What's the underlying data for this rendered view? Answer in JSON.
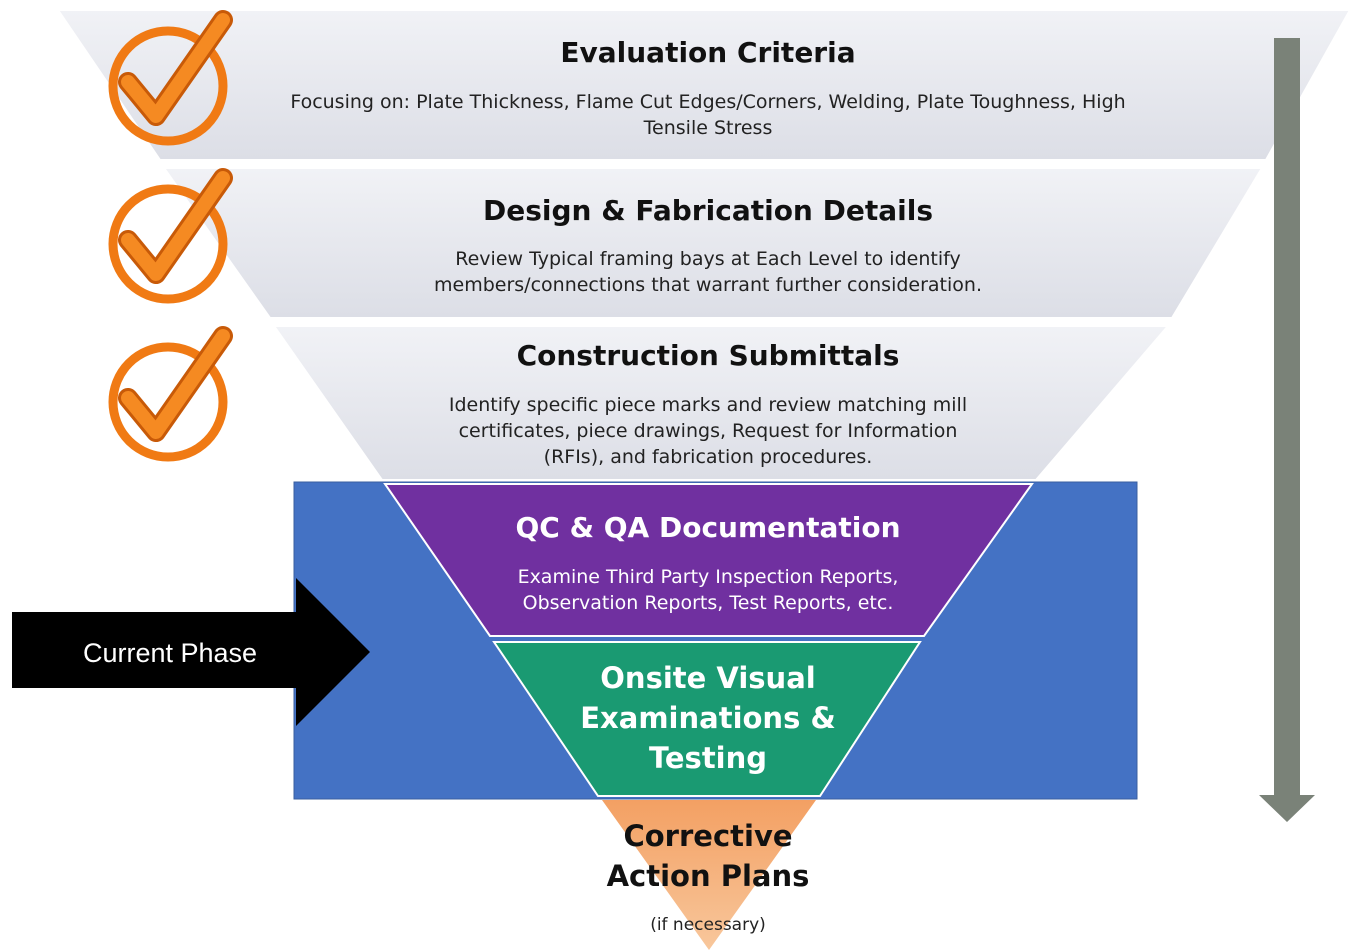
{
  "stages": [
    {
      "title": "Evaluation Criteria",
      "description_lines": [
        "Focusing on: Plate Thickness, Flame Cut Edges/Corners, Welding, Plate Toughness, High",
        "Tensile Stress"
      ],
      "completed": true
    },
    {
      "title": "Design & Fabrication Details",
      "description_lines": [
        "Review Typical framing bays at Each Level to identify",
        "members/connections that warrant further consideration."
      ],
      "completed": true
    },
    {
      "title": "Construction Submittals",
      "description_lines": [
        "Identify specific piece marks and review matching mill",
        "certificates, piece drawings, Request for Information",
        "(RFIs), and fabrication procedures."
      ],
      "completed": true
    },
    {
      "title": "QC & QA Documentation",
      "description_lines": [
        "Examine Third Party Inspection Reports,",
        "Observation Reports, Test Reports, etc."
      ],
      "completed": false
    },
    {
      "title_lines": [
        "Onsite Visual",
        "Examinations &",
        "Testing"
      ],
      "completed": false
    },
    {
      "title_lines": [
        "Corrective",
        "Action Plans"
      ],
      "note": "(if necessary)",
      "completed": false
    }
  ],
  "current_phase_label": "Current Phase",
  "colors": {
    "gray_band": "#e8e9ef",
    "purple": "#7030a0",
    "green": "#1a9a72",
    "orange": "#f4a460",
    "blue_highlight": "#4472c4",
    "check_orange": "#f07a14",
    "arrow_gray": "#7a8278",
    "black": "#000000"
  },
  "icons": [
    "checkmark-circle-icon",
    "down-arrow-icon",
    "right-pointer-arrow-icon"
  ]
}
